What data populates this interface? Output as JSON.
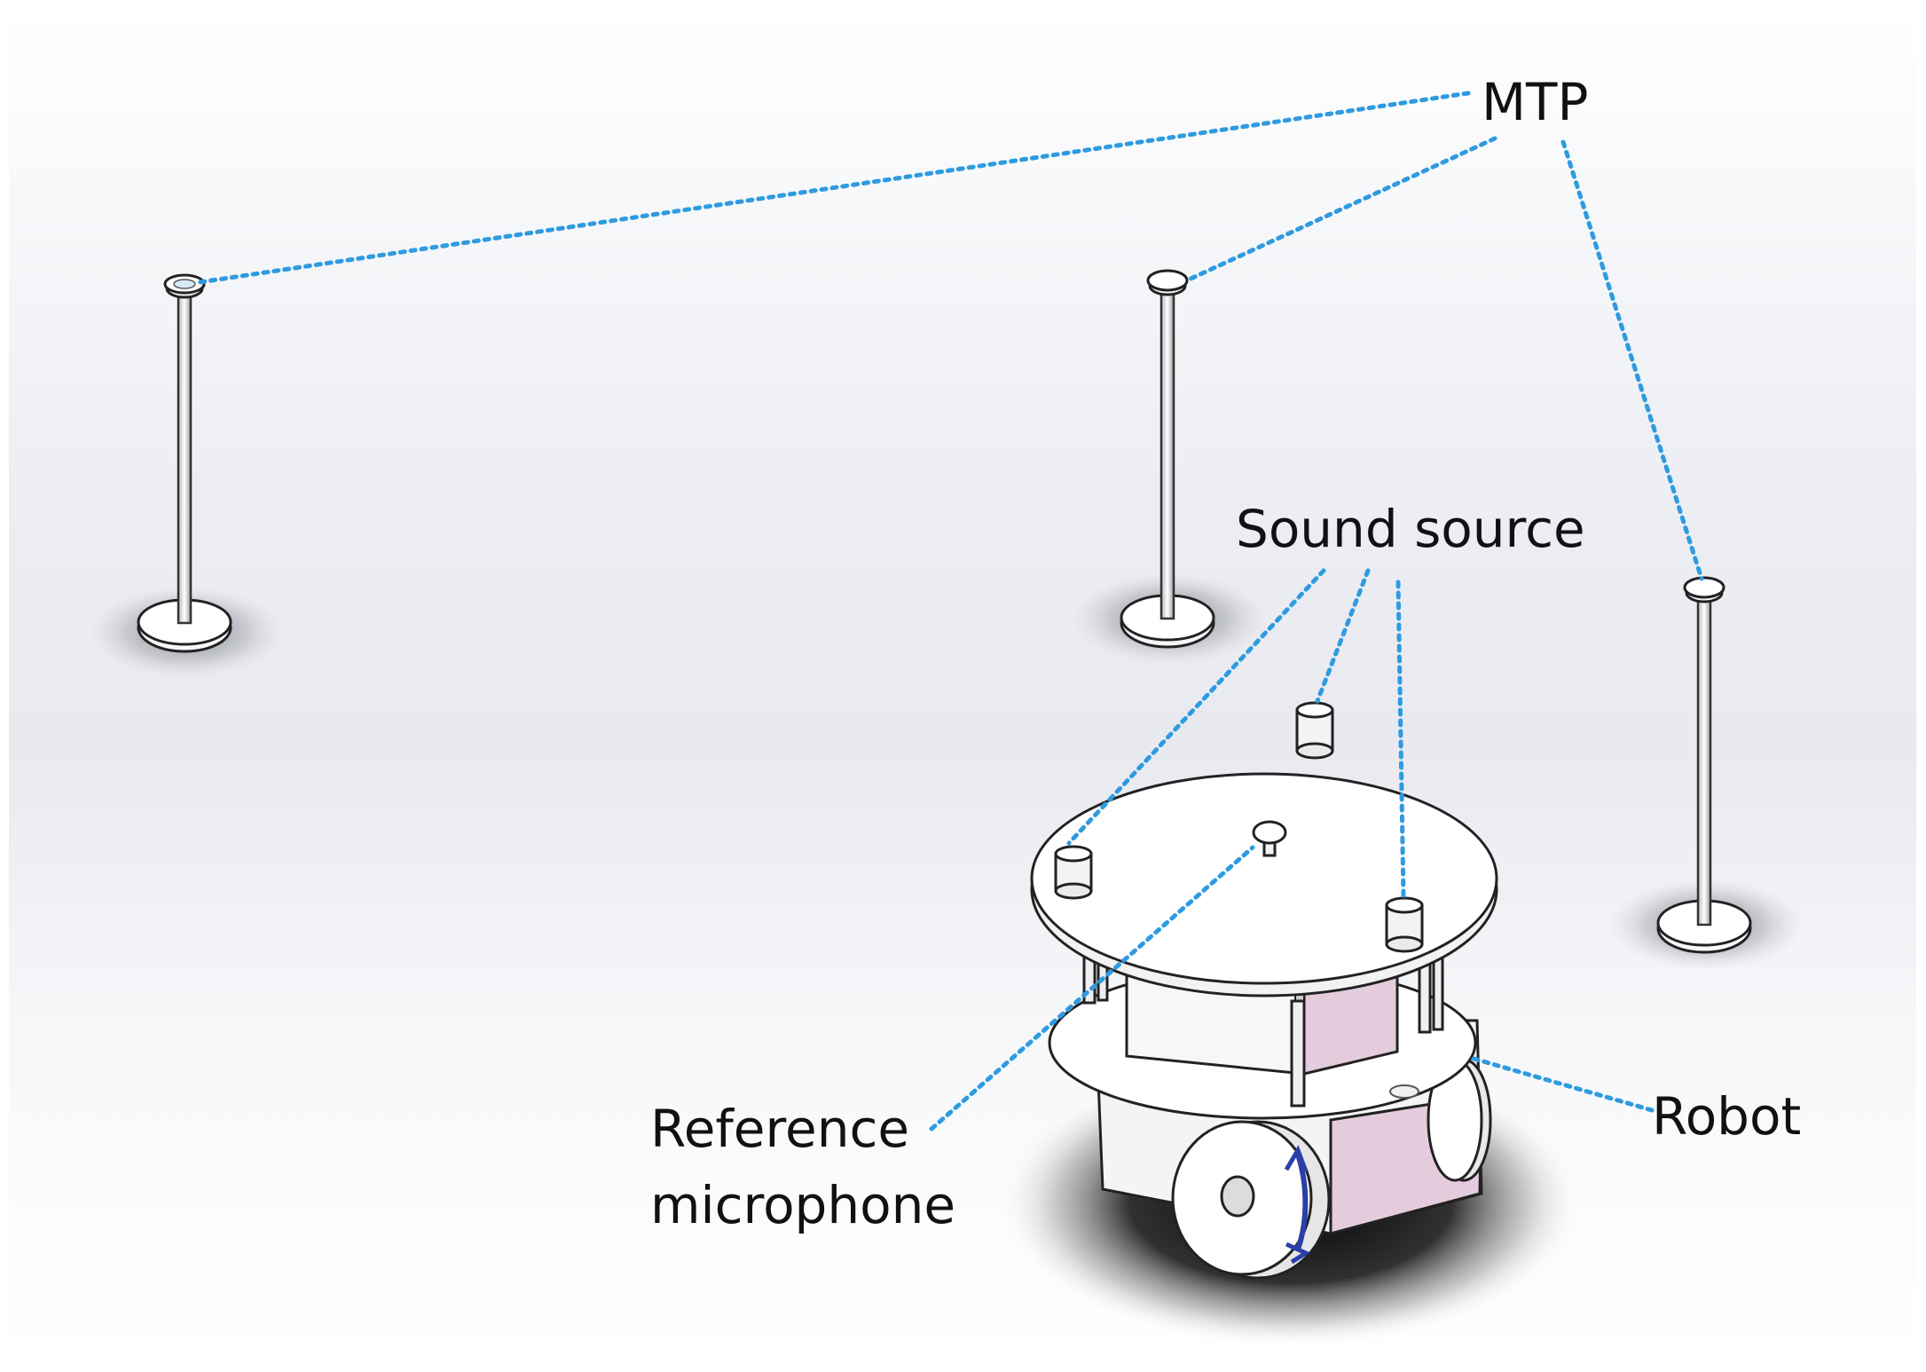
{
  "labels": {
    "mtp": "MTP",
    "sound_source": "Sound source",
    "reference_line1": "Reference",
    "reference_line2": "microphone",
    "robot": "Robot"
  },
  "colors": {
    "callout": "#2e9be0",
    "panel": "#e4ccdc",
    "wheel_marker": "#2a3fa8"
  }
}
